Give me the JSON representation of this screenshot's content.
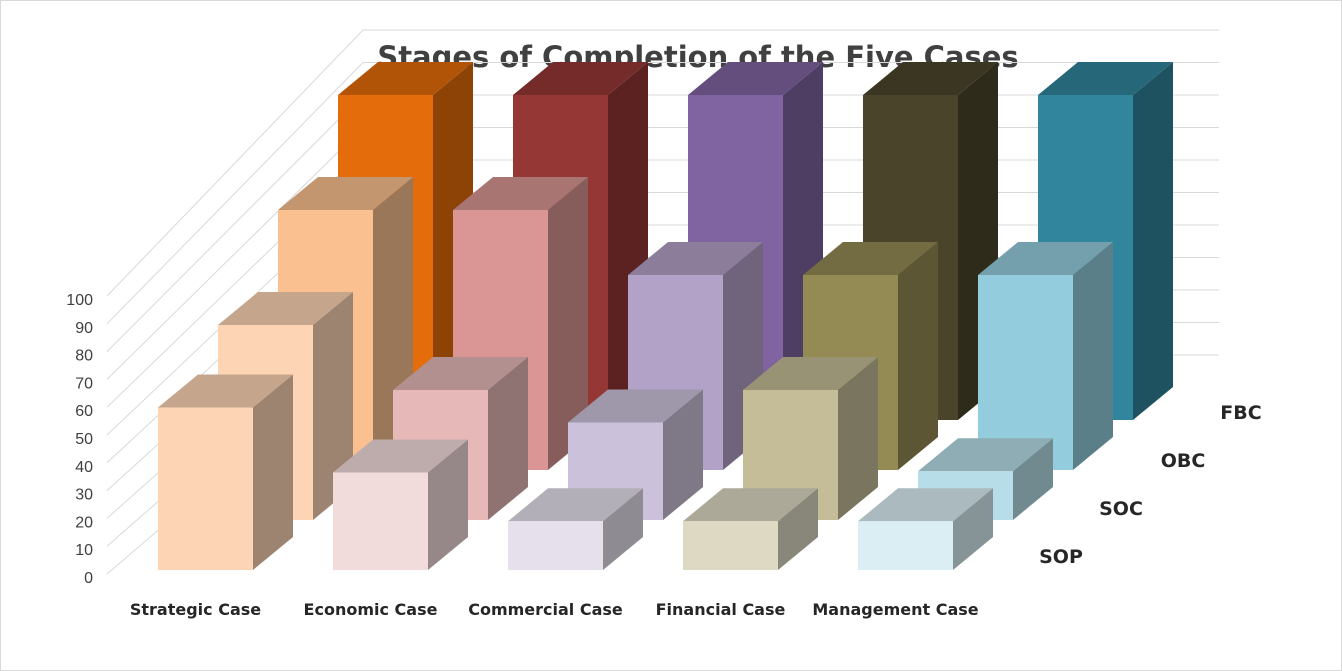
{
  "chart_data": {
    "type": "bar",
    "subtype": "3d-column",
    "title": "Stages of Completion of the Five Cases",
    "categories": [
      "Strategic Case",
      "Economic Case",
      "Commercial Case",
      "Financial Case",
      "Management Case"
    ],
    "series": [
      {
        "name": "SOP",
        "values": [
          50,
          30,
          15,
          15,
          15
        ],
        "colors": [
          "#FDD5B4",
          "#F2DCDB",
          "#E5E0EC",
          "#DDD9C3",
          "#DAEEF3"
        ]
      },
      {
        "name": "SOC",
        "values": [
          60,
          40,
          30,
          40,
          15
        ],
        "colors": [
          "#FDD5B4",
          "#E6B9B8",
          "#CCC1DA",
          "#C4BD97",
          "#B7DEE8"
        ]
      },
      {
        "name": "OBC",
        "values": [
          80,
          80,
          60,
          60,
          60
        ],
        "colors": [
          "#FAC090",
          "#D99694",
          "#B3A2C7",
          "#948A54",
          "#93CDDD"
        ]
      },
      {
        "name": "FBC",
        "values": [
          100,
          100,
          100,
          100,
          100
        ],
        "colors": [
          "#E46C0A",
          "#953735",
          "#8064A2",
          "#4A452A",
          "#31859C"
        ]
      }
    ],
    "ylim": [
      0,
      100
    ],
    "yticks": [
      "0",
      "10",
      "20",
      "30",
      "40",
      "50",
      "60",
      "70",
      "80",
      "90",
      "100"
    ],
    "xlabel": "",
    "ylabel": "",
    "grid": true
  }
}
